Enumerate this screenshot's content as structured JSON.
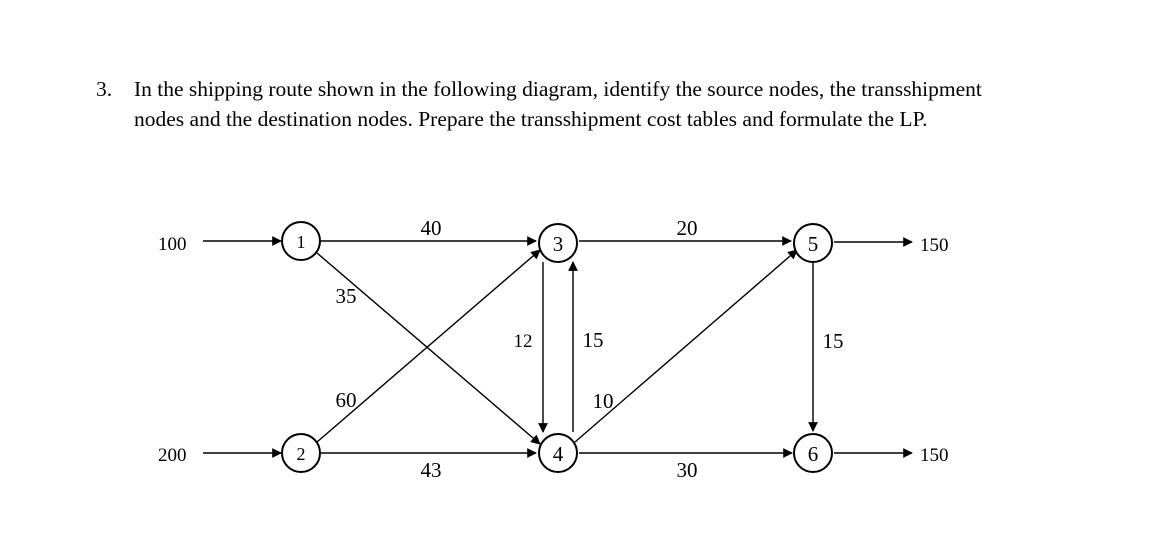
{
  "question": {
    "number": "3.",
    "line1": "In the shipping route shown in the following diagram, identify the source nodes, the transshipment",
    "line2": "nodes and the destination nodes.  Prepare the transshipment cost tables and formulate the LP."
  },
  "diagram": {
    "nodes": [
      {
        "id": "n1",
        "label": "1"
      },
      {
        "id": "n2",
        "label": "2"
      },
      {
        "id": "n3",
        "label": "3"
      },
      {
        "id": "n4",
        "label": "4"
      },
      {
        "id": "n5",
        "label": "5"
      },
      {
        "id": "n6",
        "label": "6"
      }
    ],
    "supply": {
      "node1": "100",
      "node2": "200"
    },
    "demand": {
      "node5": "150",
      "node6": "150"
    },
    "edges": [
      {
        "id": "e13",
        "from": "1",
        "to": "3",
        "cost": "40"
      },
      {
        "id": "e14",
        "from": "1",
        "to": "4",
        "cost": "35"
      },
      {
        "id": "e23",
        "from": "2",
        "to": "3",
        "cost": "60"
      },
      {
        "id": "e24",
        "from": "2",
        "to": "4",
        "cost": "43"
      },
      {
        "id": "e34",
        "from": "3",
        "to": "4",
        "cost": "12"
      },
      {
        "id": "e43",
        "from": "4",
        "to": "3",
        "cost": "15"
      },
      {
        "id": "e35",
        "from": "3",
        "to": "5",
        "cost": "20"
      },
      {
        "id": "e45",
        "from": "4",
        "to": "5",
        "cost": "10"
      },
      {
        "id": "e46",
        "from": "4",
        "to": "6",
        "cost": "30"
      },
      {
        "id": "e56",
        "from": "5",
        "to": "6",
        "cost": "15"
      }
    ]
  }
}
